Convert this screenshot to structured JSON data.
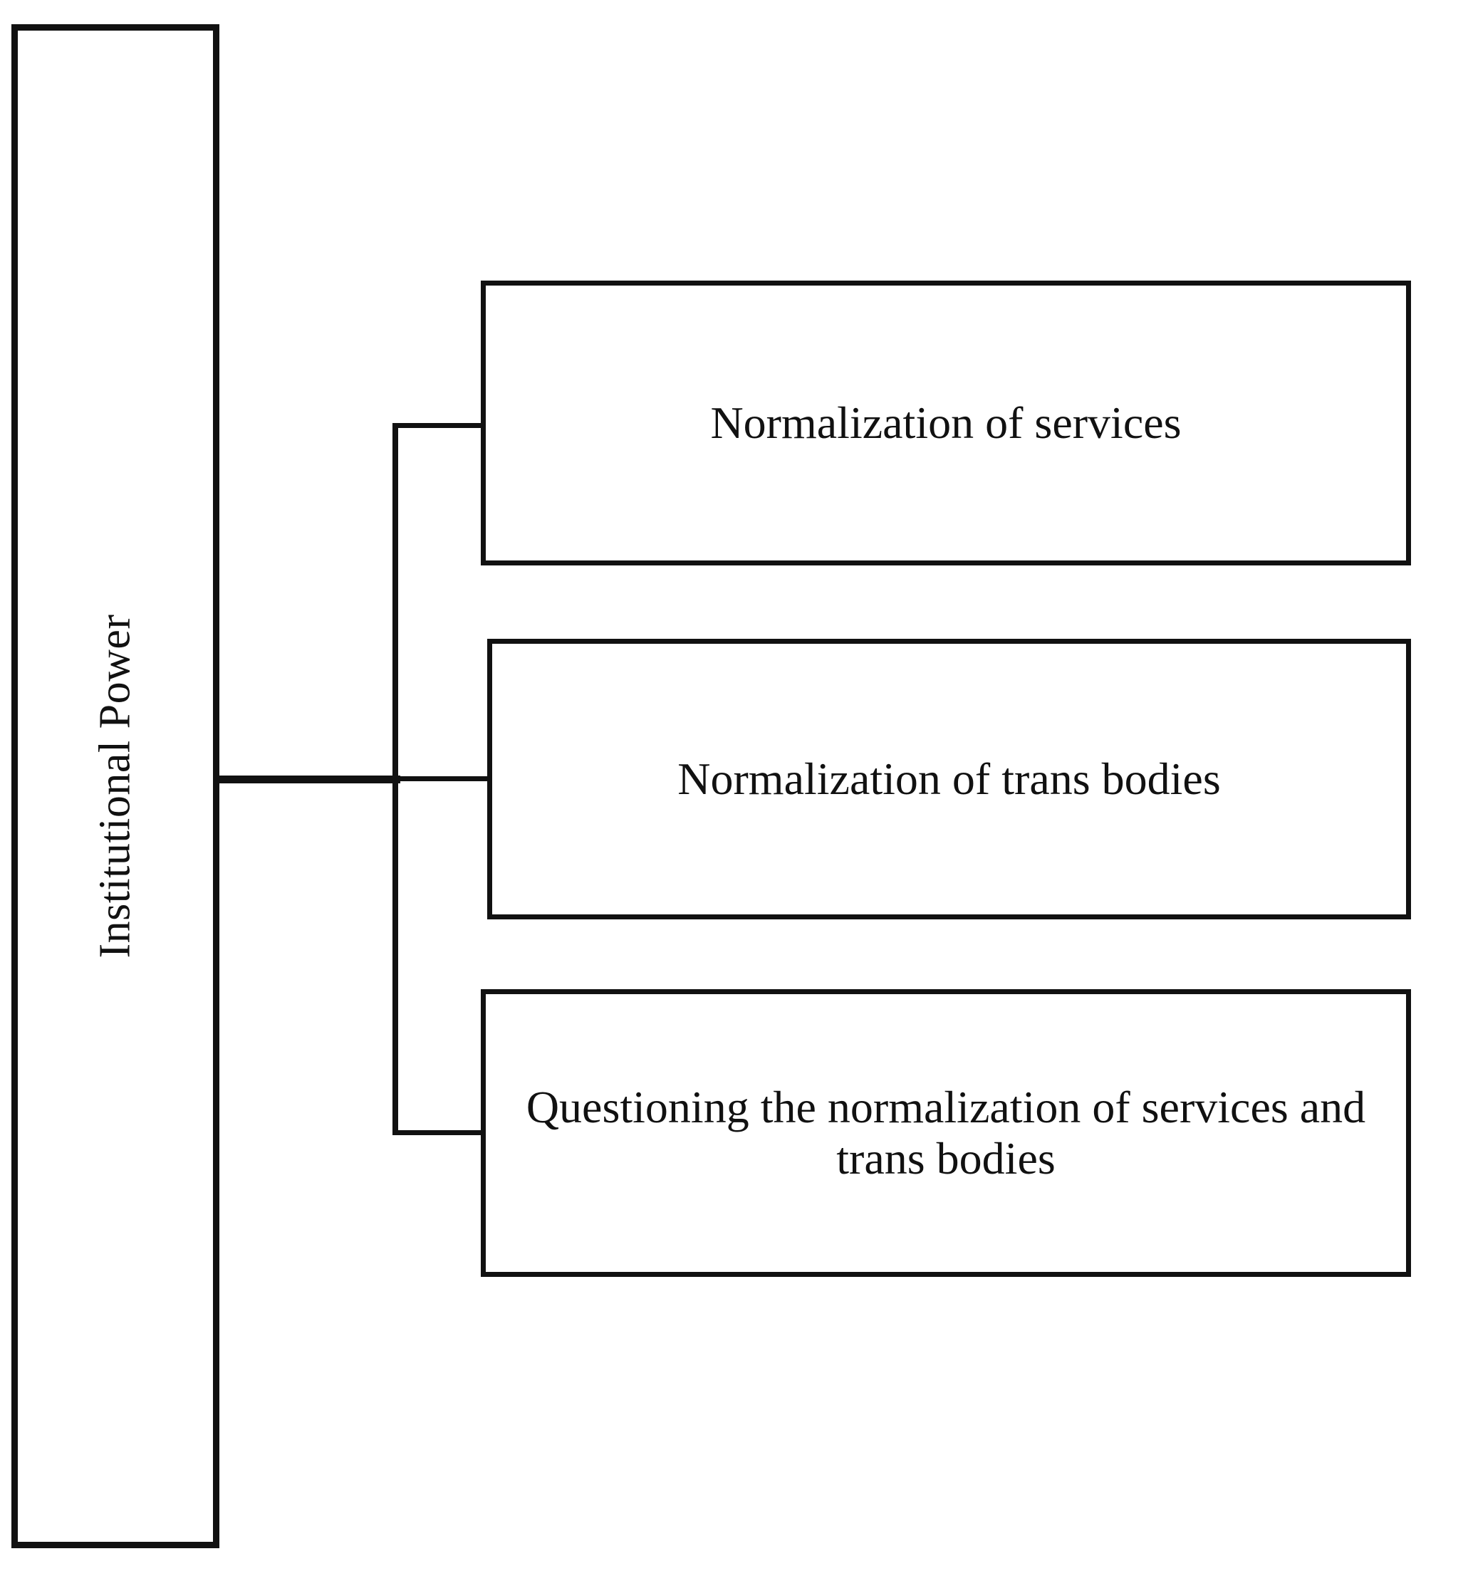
{
  "diagram": {
    "type": "hierarchy-tree",
    "orientation": "left-to-right",
    "root": {
      "id": "institutional-power",
      "label": "Institutional Power",
      "text_orientation": "vertical-bottom-to-top"
    },
    "children": [
      {
        "id": "normalization-of-services",
        "label": "Normalization of services",
        "lines": [
          "Normalization of services"
        ]
      },
      {
        "id": "normalization-of-trans-bodies",
        "label": "Normalization of trans bodies",
        "lines": [
          "Normalization of trans bodies"
        ]
      },
      {
        "id": "questioning-the-normalization",
        "label": "Questioning the normalization of services and trans bodies",
        "lines": [
          "Questioning the normalization of",
          "services and trans bodies"
        ]
      }
    ],
    "style": {
      "background": "#ffffff",
      "line_color": "#111111",
      "text_color": "#111111",
      "border_color": "#111111"
    }
  }
}
